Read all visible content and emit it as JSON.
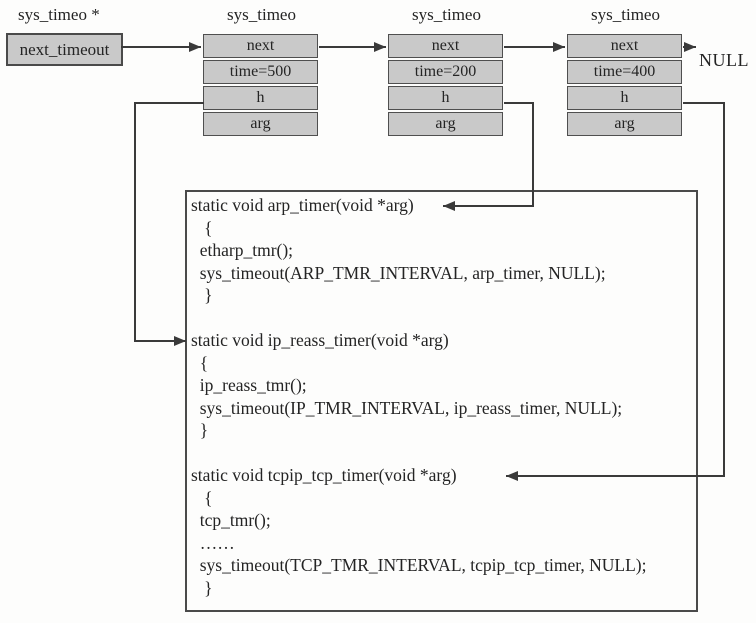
{
  "pointer": {
    "type_label": "sys_timeo *",
    "name": "next_timeout"
  },
  "nodes": [
    {
      "type_label": "sys_timeo",
      "fields": [
        "next",
        "time=500",
        "h",
        "arg"
      ]
    },
    {
      "type_label": "sys_timeo",
      "fields": [
        "next",
        "time=200",
        "h",
        "arg"
      ]
    },
    {
      "type_label": "sys_timeo",
      "fields": [
        "next",
        "time=400",
        "h",
        "arg"
      ]
    }
  ],
  "null_label": "NULL",
  "code": {
    "lines": [
      "static void arp_timer(void *arg)",
      "   {",
      "  etharp_tmr();",
      "  sys_timeout(ARP_TMR_INTERVAL, arp_timer, NULL);",
      "   }",
      "",
      "static void ip_reass_timer(void *arg)",
      "  {",
      "  ip_reass_tmr();",
      "  sys_timeout(IP_TMR_INTERVAL, ip_reass_timer, NULL);",
      "  }",
      "",
      "static void tcpip_tcp_timer(void *arg)",
      "   {",
      "  tcp_tmr();",
      "  ……",
      "  sys_timeout(TCP_TMR_INTERVAL, tcpip_tcp_timer, NULL);",
      "   }"
    ]
  },
  "colors": {
    "cell_fill": "#c9c9c9",
    "border": "#4a4a4a",
    "line": "#3a3a3a"
  }
}
